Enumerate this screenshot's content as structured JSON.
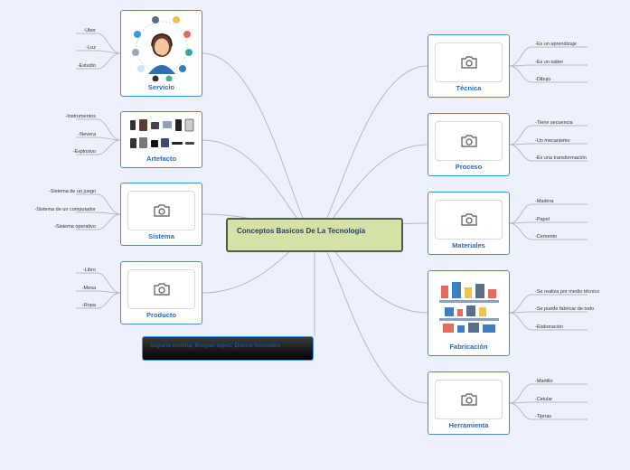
{
  "central_topic": "Conceptos Basicos De La Tecnología",
  "authors": "Sayaris molina, Brayan lopez, Danna Gonzales",
  "left_topics": [
    {
      "title": "Servicio",
      "image": "customer-service-illustration",
      "leaves": [
        "-Uber",
        "-Luz",
        "-Estudio"
      ]
    },
    {
      "title": "Artefacto",
      "image": "devices-illustration",
      "leaves": [
        "-Instrumentos",
        "-Nevera",
        "-Explosivo"
      ]
    },
    {
      "title": "Sistema",
      "image": "camera-placeholder",
      "leaves": [
        "-Sistema de un juego",
        "-Sistema de un computador",
        "-Sistema operativo"
      ]
    },
    {
      "title": "Producto",
      "image": "camera-placeholder",
      "leaves": [
        "-Libro",
        "-Mesa",
        "-Ropa"
      ]
    }
  ],
  "right_topics": [
    {
      "title": "Técnica",
      "image": "camera-placeholder",
      "leaves": [
        "-Es un aprendizaje",
        "-Es un saber",
        "-Dibujo"
      ]
    },
    {
      "title": "Proceso",
      "image": "camera-placeholder",
      "leaves": [
        "-Tiene secuencia",
        "-Un mecanismo",
        "-Es una transformación"
      ]
    },
    {
      "title": "Materiales",
      "image": "camera-placeholder",
      "leaves": [
        "-Madera",
        "-Papel",
        "-Cemento"
      ]
    },
    {
      "title": "Fabricación",
      "image": "factory-illustration",
      "leaves": [
        "-Se realiza por medio técnico",
        "-Se puede fabricar de todo",
        "-Elaboración"
      ]
    },
    {
      "title": "Herramienta",
      "image": "camera-placeholder",
      "leaves": [
        "-Martillo",
        "-Celular",
        "-Tijeras"
      ]
    }
  ],
  "colors": {
    "branch_line": "#b5b9c4",
    "node_border": "#3d8fe0",
    "title_text": "#1f6cc8",
    "central_fill": "#d5e2a6",
    "background": "#eef1fb"
  }
}
